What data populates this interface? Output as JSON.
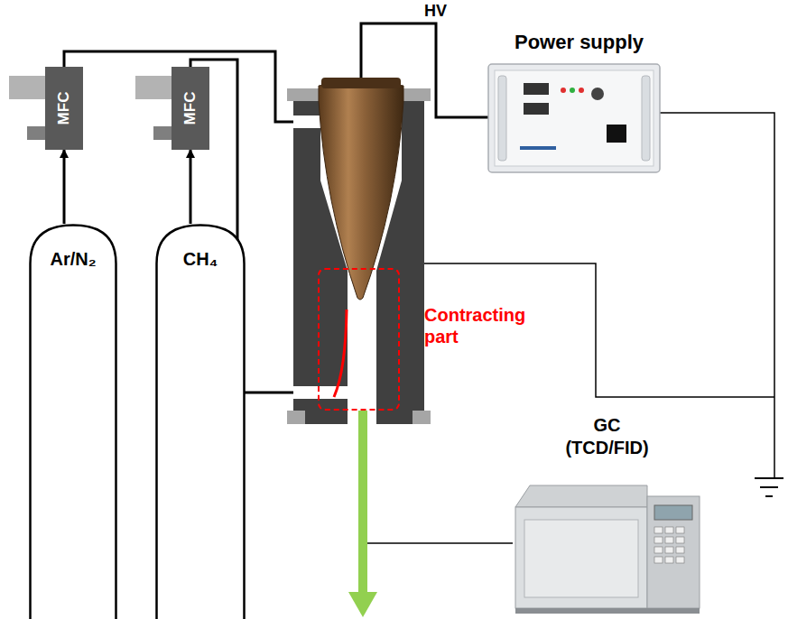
{
  "diagram": {
    "nodes": [
      {
        "text": [
          "MFC"
        ]
      },
      {
        "text": [
          "MFC"
        ]
      },
      {
        "text": [
          "Ar/N₂"
        ]
      },
      {
        "text": [
          "CH₄"
        ]
      },
      {
        "text": [
          "Power supply"
        ]
      },
      {
        "text": [
          "Contracting part"
        ]
      },
      {
        "text": [
          "GC",
          "(TCD/FID)"
        ]
      }
    ],
    "edges": [
      {
        "from": 2,
        "to": 0,
        "arrow": "to"
      },
      {
        "from": 3,
        "to": 1,
        "arrow": "to"
      }
    ],
    "labels": [
      "HV"
    ]
  }
}
